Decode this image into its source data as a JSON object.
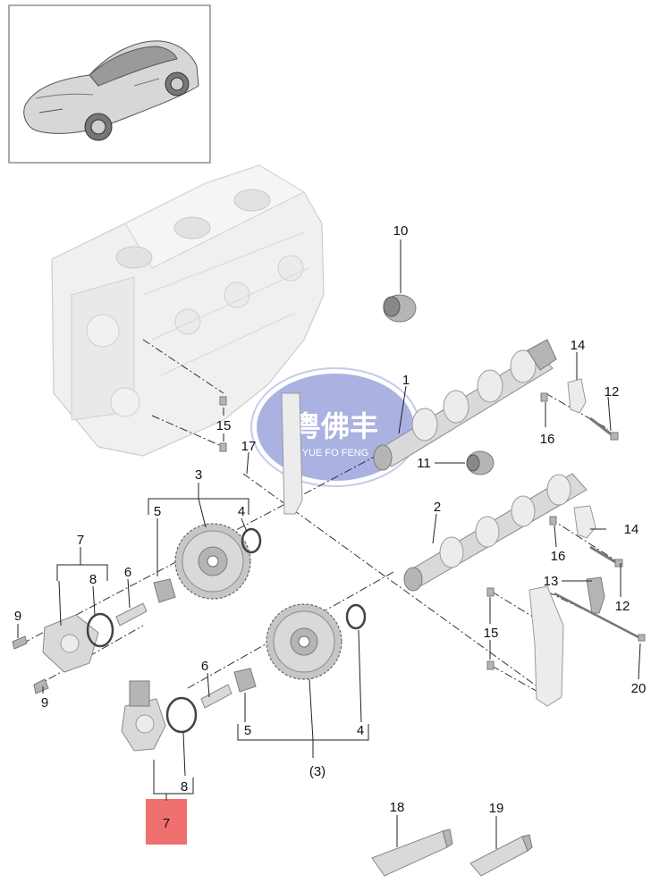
{
  "callouts": {
    "c1": "1",
    "c2": "2",
    "c3_top": "3",
    "c3_bottom": "(3)",
    "c4_top": "4",
    "c4_bottom": "4",
    "c5_top": "5",
    "c5_bottom": "5",
    "c6_top": "6",
    "c6_bottom": "6",
    "c7_top": "7",
    "c7_bottom": "7",
    "c8_top": "8",
    "c8_bottom": "8",
    "c9_top": "9",
    "c9_bottom": "9",
    "c10": "10",
    "c11": "11",
    "c12_top": "12",
    "c12_bottom": "12",
    "c13": "13",
    "c14_top": "14",
    "c14_bottom": "14",
    "c15_top": "15",
    "c15_bottom": "15",
    "c16_top": "16",
    "c16_bottom": "16",
    "c17": "17",
    "c18": "18",
    "c19": "19",
    "c20": "20"
  },
  "watermark": {
    "chinese": "粤佛丰",
    "english": "YUE FO FENG"
  },
  "highlight_color": "#f07070",
  "watermark_color": "#8f98d8"
}
